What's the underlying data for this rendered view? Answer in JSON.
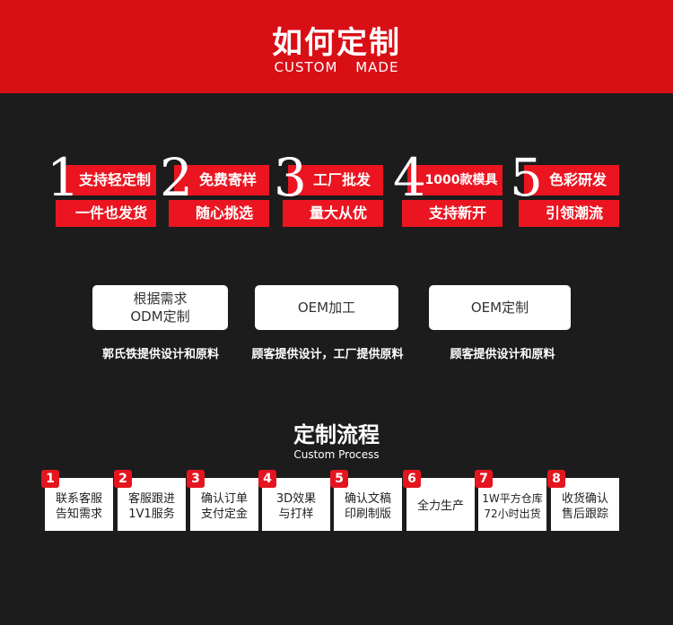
{
  "header": {
    "title": "如何定制",
    "subtitle": "CUSTOM MADE"
  },
  "features": [
    {
      "num": "1",
      "top": "支持轻定制",
      "bottom": "一件也发货"
    },
    {
      "num": "2",
      "top": "免费寄样",
      "bottom": "随心挑选"
    },
    {
      "num": "3",
      "top": "工厂批发",
      "bottom": "量大从优"
    },
    {
      "num": "4",
      "top": "1000款模具",
      "bottom": "支持新开"
    },
    {
      "num": "5",
      "top": "色彩研发",
      "bottom": "引领潮流"
    }
  ],
  "services": [
    {
      "label": "根据需求\nODM定制",
      "caption": "郭氏铁提供设计和原料"
    },
    {
      "label": "OEM加工",
      "caption": "顾客提供设计，工厂提供原料"
    },
    {
      "label": "OEM定制",
      "caption": "顾客提供设计和原料"
    }
  ],
  "process": {
    "title": "定制流程",
    "subtitle": "Custom Process",
    "steps": [
      {
        "num": "1",
        "label": "联系客服\n告知需求"
      },
      {
        "num": "2",
        "label": "客服跟进\n1V1服务"
      },
      {
        "num": "3",
        "label": "确认订单\n支付定金"
      },
      {
        "num": "4",
        "label": "3D效果\n与打样"
      },
      {
        "num": "5",
        "label": "确认文稿\n印刷制版"
      },
      {
        "num": "6",
        "label": "全力生产"
      },
      {
        "num": "7",
        "label": "1W平方仓库\n72小时出货"
      },
      {
        "num": "8",
        "label": "收货确认\n售后跟踪"
      }
    ]
  },
  "colors": {
    "accent": "#d90f16",
    "background": "#1c1c1c"
  }
}
